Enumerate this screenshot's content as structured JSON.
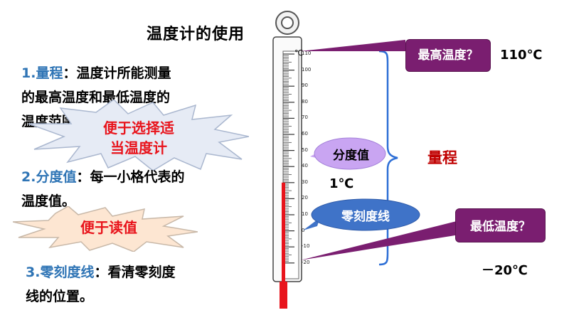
{
  "title": "温度计的使用",
  "sections": [
    {
      "num": "1.",
      "term": "量程",
      "text_line1": "：温度计所能测量",
      "text_line2": "的最高温度和最低温度的",
      "text_line3": "温度范围。"
    },
    {
      "num": "2.",
      "term": "分度值",
      "text_line1": "：每一小格代表的",
      "text_line2": "温度值。"
    },
    {
      "num": "3.",
      "term": "零刻度线",
      "text_line1": "：看清零刻度",
      "text_line2": "线的位置。"
    }
  ],
  "bursts": {
    "select": {
      "line1": "便于选择适",
      "line2": "当温度计"
    },
    "read": {
      "label": "便于读值"
    }
  },
  "thermometer": {
    "unit": "℃",
    "ticks": [
      "110",
      "100",
      "90",
      "80",
      "70",
      "60",
      "50",
      "40",
      "30",
      "20",
      "10",
      "0",
      "-10",
      "-20"
    ],
    "liquid_level_celsius": 30,
    "liquid_color": "#e8141c"
  },
  "callouts": {
    "max": {
      "label": "最高温度？",
      "value": "110℃"
    },
    "min": {
      "label": "最低温度？",
      "value": "－20℃"
    },
    "division": {
      "label": "分度值",
      "value": "1℃"
    },
    "zero": {
      "label": "零刻度线"
    },
    "range": {
      "label": "量程"
    }
  },
  "colors": {
    "callout_purple": "#7a1e70",
    "oval_lavender": "#c9a5f2",
    "oval_blue": "#3f73c8",
    "brace_blue": "#2e6fd6",
    "burst_fill": "#e6ebf5",
    "burst_fill_read": "#fde6d2"
  }
}
